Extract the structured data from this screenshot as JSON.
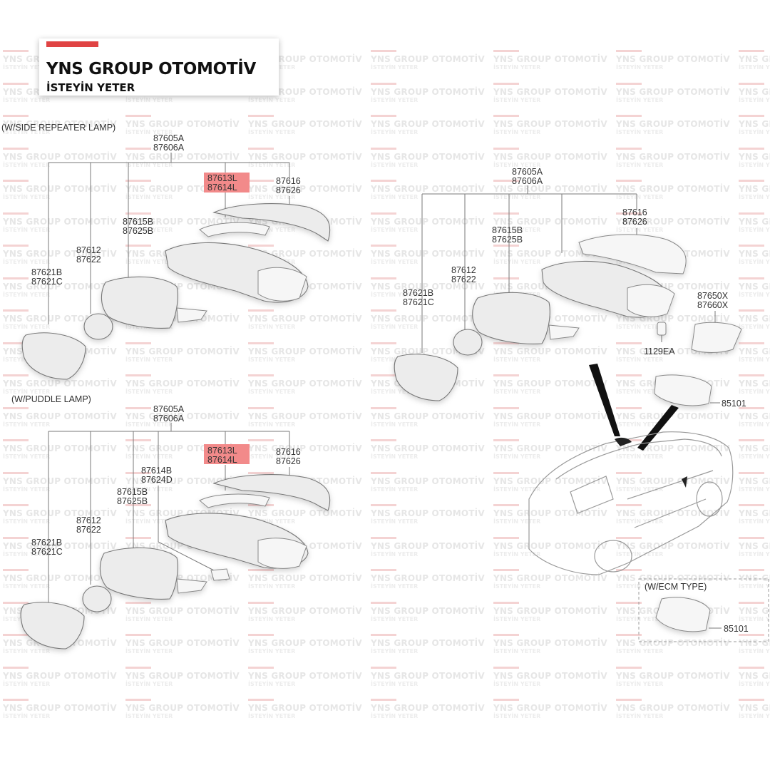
{
  "logo": {
    "brand": "YNS GROUP OTOMOTİV",
    "tagline": "İSTEYİN YETER",
    "accent_color": "#e04343"
  },
  "watermark": {
    "brand": "YNS GROUP OTOMOTİV",
    "tagline": "İSTEYİN YETER"
  },
  "highlight_color": "#f28a8a",
  "sections": {
    "side_repeater": "(W/SIDE REPEATER LAMP)",
    "puddle": "(W/PUDDLE LAMP)",
    "ecm": "(W/ECM TYPE)"
  },
  "parts": {
    "p87605a": "87605A",
    "p87606a": "87606A",
    "p87613l": "87613L",
    "p87614l": "87614L",
    "p87616": "87616",
    "p87626": "87626",
    "p87615b": "87615B",
    "p87625b": "87625B",
    "p87612": "87612",
    "p87622": "87622",
    "p87621b": "87621B",
    "p87621c": "87621C",
    "p87614b": "87614B",
    "p87624d": "87624D",
    "p87650x": "87650X",
    "p87660x": "87660X",
    "p1129ea": "1129EA",
    "p85101": "85101"
  }
}
